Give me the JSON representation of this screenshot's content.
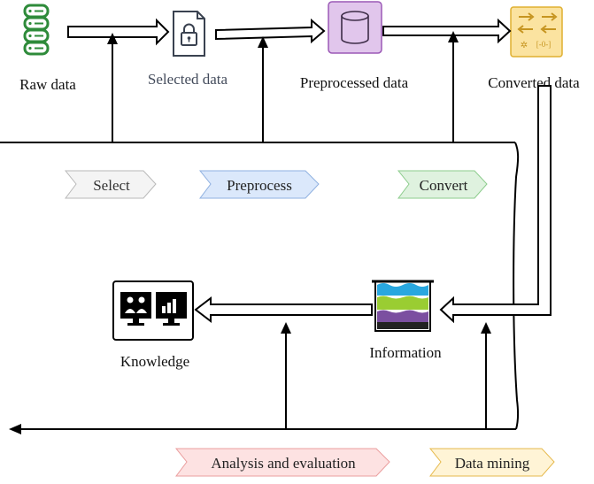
{
  "nodes": {
    "raw_data": "Raw data",
    "selected_data": "Selected data",
    "preprocessed_data": "Preprocessed data",
    "converted_data": "Converted data",
    "information": "Information",
    "knowledge": "Knowledge"
  },
  "steps": {
    "select": "Select",
    "preprocess": "Preprocess",
    "convert": "Convert",
    "analysis": "Analysis and evaluation",
    "data_mining": "Data mining"
  },
  "icon_texts": {
    "converter_caption": "[-0-]"
  },
  "colors": {
    "raw_data_icon": "#2e8b3a",
    "preprocessed_icon_fill": "#e1c6ec",
    "preprocessed_icon_stroke": "#9b59b6",
    "converted_icon_fill": "#fbe3a0",
    "converted_icon_stroke": "#e0b030",
    "info_water": "#29a7df",
    "info_green": "#9acd32",
    "info_purple": "#7b4fa0",
    "select_tag_fill": "#f4f4f4",
    "preprocess_tag_fill": "#dbe8fb",
    "convert_tag_fill": "#dff2df",
    "analysis_tag_fill": "#fde2e2",
    "data_mining_tag_fill": "#fff4d6"
  }
}
